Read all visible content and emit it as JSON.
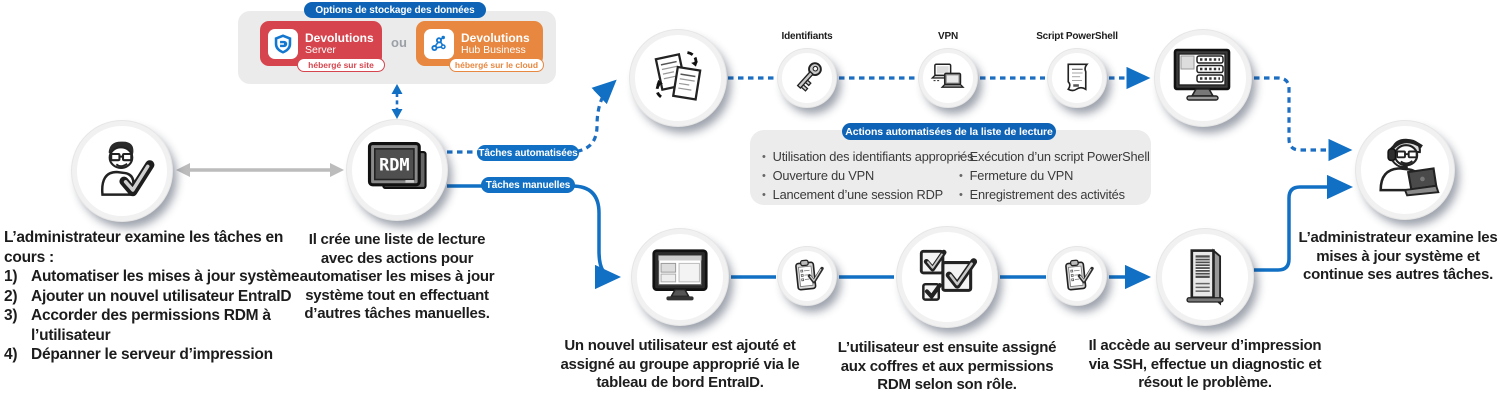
{
  "storage": {
    "title": "Options de stockage des données",
    "or_label": "ou",
    "server": {
      "brand": "Devolutions",
      "product": "Server",
      "badge": "hébergé sur site"
    },
    "hub": {
      "brand": "Devolutions",
      "product": "Hub Business",
      "badge": "hébergé sur le cloud"
    }
  },
  "left_admin": {
    "intro": "L’administrateur examine les tâches en cours :",
    "tasks": [
      {
        "num": "1)",
        "text": "Automatiser les mises à jour système"
      },
      {
        "num": "2)",
        "text": "Ajouter un nouvel utilisateur EntraID"
      },
      {
        "num": "3)",
        "text": "Accorder des permissions RDM à l’utilisateur"
      },
      {
        "num": "4)",
        "text": "Dépanner le serveur d’impression"
      }
    ]
  },
  "rdm": {
    "label": "RDM",
    "caption": "Il crée une liste de lecture avec des actions pour automatiser les mises à jour système tout en effectuant d’autres tâches manuelles."
  },
  "branches": {
    "automated": "Tâches automatisées",
    "manual": "Tâches manuelles"
  },
  "top_row": {
    "credentials_label": "Identifiants",
    "vpn_label": "VPN",
    "script_label": "Script PowerShell"
  },
  "actions_box": {
    "title": "Actions automatisées de la liste de lecture",
    "col1": [
      "Utilisation des identifiants appropriés",
      "Ouverture du VPN",
      "Lancement d’une session RDP"
    ],
    "col2": [
      "Exécution d’un script PowerShell",
      "Fermeture du VPN",
      "Enregistrement des activités"
    ]
  },
  "bottom_row": {
    "entra_caption": "Un nouvel utilisateur est ajouté et assigné au groupe approprié via le tableau de bord EntraID.",
    "vault_caption": "L’utilisateur est ensuite assigné aux coffres et aux permissions RDM selon son rôle.",
    "ssh_caption": "Il accède au serveur d’impression via SSH, effectue un diagnostic et résout le problème."
  },
  "right_admin": {
    "caption": "L’administrateur examine les mises à jour système et continue ses autres tâches."
  },
  "icons": {
    "names": [
      "shield-icon",
      "hub-icon",
      "admin-check-icon",
      "rdm-monitor-icon",
      "playlist-documents-icon",
      "key-icon",
      "vpn-laptops-icon",
      "powershell-script-icon",
      "updates-monitor-icon",
      "entraid-dashboard-icon",
      "task-clipboard-icon",
      "permissions-checkboxes-icon",
      "print-server-icon",
      "admin-laptop-icon"
    ]
  },
  "colors": {
    "accent_blue": "#1170c4",
    "server_red": "#d6454e",
    "hub_orange": "#e8873f",
    "box_gray": "#ececec"
  }
}
